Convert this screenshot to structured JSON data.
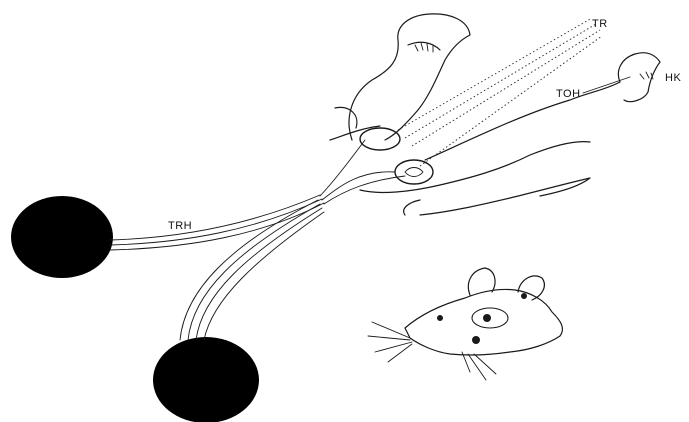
{
  "labels": {
    "trh": "TRH",
    "tr": "TR",
    "toh": "TOH",
    "hk": "HK"
  },
  "colors": {
    "ink": "#1a1a1a",
    "blob": "#000000",
    "background": "#ffffff"
  }
}
